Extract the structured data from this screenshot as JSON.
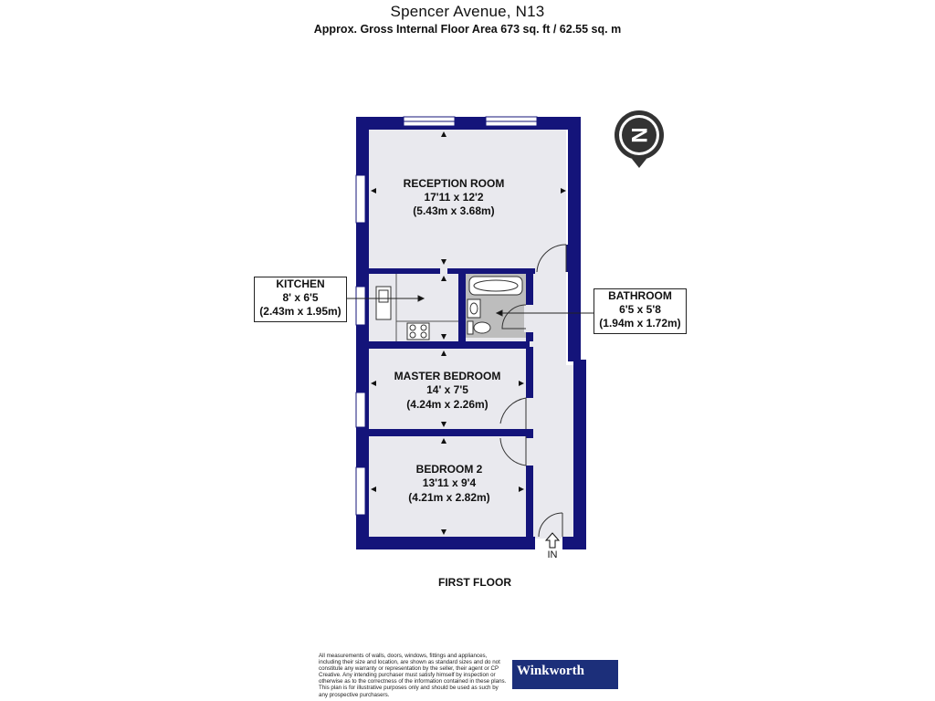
{
  "header": {
    "title": "Spencer Avenue, N13",
    "subtitle": "Approx. Gross Internal Floor Area 673 sq. ft / 62.55 sq. m"
  },
  "compass": {
    "letter": "N",
    "icon": "north-compass-icon"
  },
  "rooms": {
    "reception": {
      "name": "RECEPTION ROOM",
      "imperial": "17'11 x 12'2",
      "metric": "(5.43m x 3.68m)"
    },
    "kitchen": {
      "name": "KITCHEN",
      "imperial": "8' x 6'5",
      "metric": "(2.43m x 1.95m)"
    },
    "bathroom": {
      "name": "BATHROOM",
      "imperial": "6'5 x 5'8",
      "metric": "(1.94m x 1.72m)"
    },
    "master": {
      "name": "MASTER BEDROOM",
      "imperial": "14' x 7'5",
      "metric": "(4.24m x 2.26m)"
    },
    "bedroom2": {
      "name": "BEDROOM 2",
      "imperial": "13'11 x 9'4",
      "metric": "(4.21m x 2.82m)"
    }
  },
  "entrance_label": "IN",
  "floor_label": "FIRST FLOOR",
  "disclaimer": "All measurements of walls, doors, windows, fittings and appliances, including their size and location, are shown as standard sizes and do not constitute any warranty or representation by the seller, their agent or CP Creative. Any intending purchaser must satisfy himself by inspection or otherwise as to the correctness of the information contained in these plans. This plan is for illustrative purposes only and should be used as such by any prospective purchasers.",
  "brand": "Winkworth",
  "colors": {
    "wall": "#14147a",
    "floor": "#e9e9ee",
    "bath_floor": "#bdbdbd",
    "brand_bg": "#1c2f7a"
  }
}
